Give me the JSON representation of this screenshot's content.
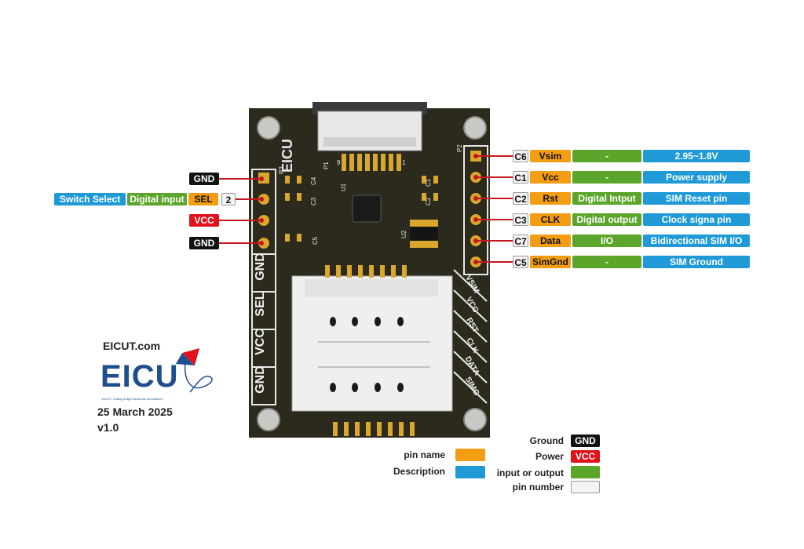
{
  "board": {
    "logo": "EICU",
    "refs": [
      "P1",
      "P2",
      "P3",
      "U1",
      "U2",
      "C1",
      "C2",
      "C3",
      "C4",
      "C5"
    ],
    "side_labels": [
      "GND",
      "SEL",
      "VCC",
      "GND"
    ],
    "diag_labels": [
      "VSIM",
      "VCC",
      "RST",
      "CLK",
      "DATA",
      "SIMG"
    ],
    "pin_one": "1",
    "pin_nine": "9"
  },
  "left_pins": [
    {
      "name": "GND"
    },
    {
      "name": "SEL",
      "number": "2",
      "type": "Digital input",
      "desc": "Switch Select"
    },
    {
      "name": "VCC"
    },
    {
      "name": "GND"
    }
  ],
  "right_pins": [
    {
      "number": "C6",
      "name": "Vsim",
      "type": "-",
      "desc": "2.95~1.8V"
    },
    {
      "number": "C1",
      "name": "Vcc",
      "type": "-",
      "desc": "Power supply"
    },
    {
      "number": "C2",
      "name": "Rst",
      "type": "Digital Intput",
      "desc": "SIM Reset pin"
    },
    {
      "number": "C3",
      "name": "CLK",
      "type": "Digital output",
      "desc": "Clock signa pin"
    },
    {
      "number": "C7",
      "name": "Data",
      "type": "I/O",
      "desc": "Bidirectional SIM I/O"
    },
    {
      "number": "C5",
      "name": "SimGnd",
      "type": "-",
      "desc": "SIM Ground"
    }
  ],
  "brand": {
    "site": "EICUT.com",
    "logo": "EICU",
    "tagline": "EICUT, Cutting-Edge Electronic Innovations",
    "date": "25 March 2025",
    "version": "v1.0"
  },
  "legend": {
    "pin_name": "pin name",
    "description": "Description",
    "ground": "Ground",
    "ground_tag": "GND",
    "power": "Power",
    "power_tag": "VCC",
    "io": "input or output",
    "pin_number": "pin number"
  },
  "colors": {
    "pcb": "#2b2a1d",
    "pin_name": "#f29d12",
    "description": "#1f9ad6",
    "io": "#5aa52a",
    "ground": "#111111",
    "power": "#e1121b",
    "pin_number": "#f4f4f4",
    "wire": "#c4161c"
  }
}
